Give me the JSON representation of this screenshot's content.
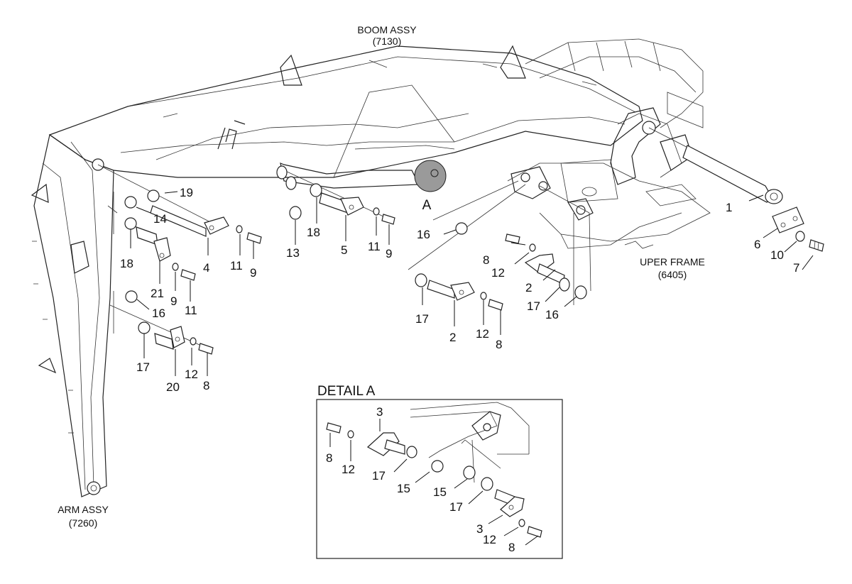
{
  "labels": {
    "boom_name": "BOOM ASSY",
    "boom_code": "(7130)",
    "arm_name": "ARM ASSY",
    "arm_code": "(7260)",
    "frame_name": "UPER FRAME",
    "frame_code": "(6405)",
    "detail_marker": "A",
    "detail_title": "DETAIL A"
  },
  "callouts": [
    "1",
    "6",
    "10",
    "7",
    "19",
    "14",
    "18",
    "4",
    "11",
    "9",
    "21",
    "9",
    "11",
    "16",
    "17",
    "20",
    "12",
    "8",
    "13",
    "18",
    "5",
    "11",
    "9",
    "16",
    "8",
    "12",
    "2",
    "17",
    "16",
    "17",
    "2",
    "12",
    "8"
  ],
  "detail_callouts": [
    "3",
    "8",
    "12",
    "17",
    "15",
    "15",
    "17",
    "3",
    "12",
    "8"
  ],
  "colors": {
    "line": "#222222",
    "background": "#ffffff",
    "marker_fill": "#9a9a9a"
  }
}
